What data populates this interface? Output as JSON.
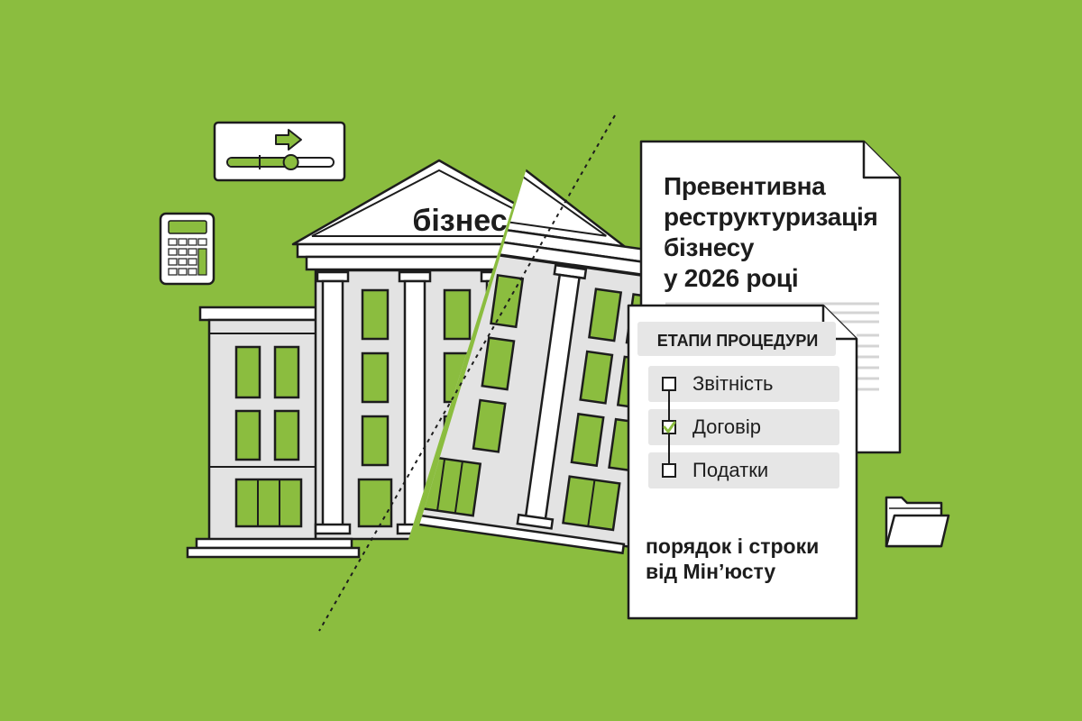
{
  "building": {
    "label": "бізнес"
  },
  "document": {
    "title_lines": [
      "Превентивна",
      "реструктуризація",
      "бізнесу",
      "у 2026 році"
    ]
  },
  "checklist": {
    "heading": "ЕТАПИ ПРОЦЕДУРИ",
    "items": [
      {
        "label": "Звітність",
        "checked": false
      },
      {
        "label": "Договір",
        "checked": true
      },
      {
        "label": "Податки",
        "checked": false
      }
    ],
    "footer_lines": [
      "порядок і строки",
      "від Мін’юсту"
    ]
  },
  "progress": {
    "fraction": 0.6
  },
  "colors": {
    "background": "#8bbd3f",
    "accent": "#8bbd3f",
    "outline": "#1d1d1d",
    "paper": "#ffffff",
    "building_gray": "#e3e3e3"
  },
  "icons": {
    "calculator": "calculator-icon",
    "slider": "progress-slider-icon",
    "folder": "folder-icon",
    "arrow": "arrow-right-icon"
  }
}
